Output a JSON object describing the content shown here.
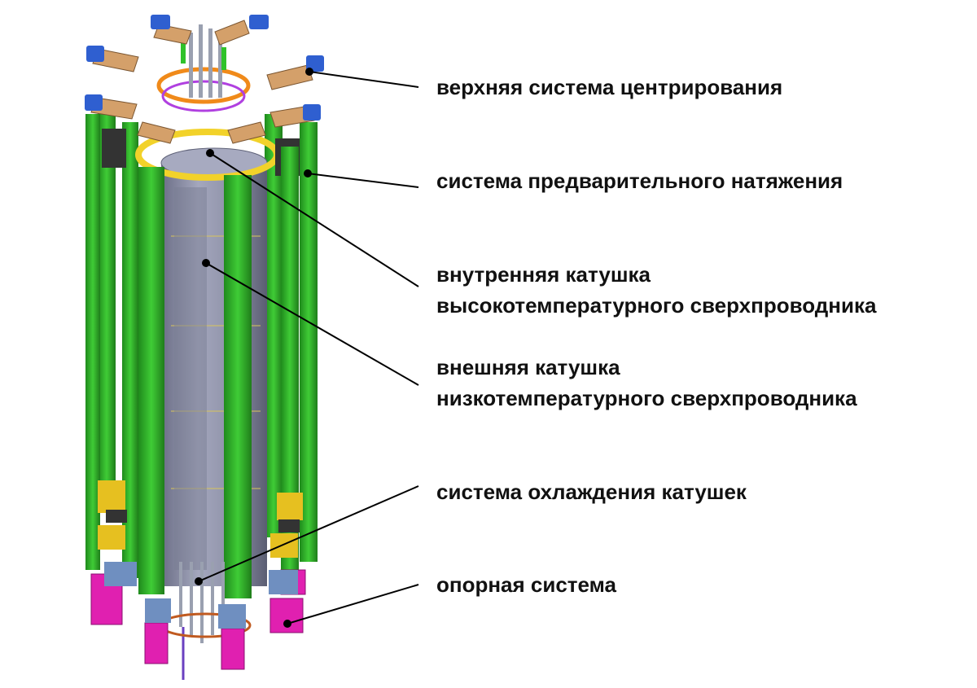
{
  "colors": {
    "frame_green": "#2fb52a",
    "frame_green_dark": "#1f7d1a",
    "coil_gray": "#8c8fa6",
    "coil_gray_dark": "#5f6278",
    "support_magenta": "#e020b0",
    "clamp_tan": "#d4a06a",
    "clamp_blue": "#2f5fd0",
    "ring_orange": "#f08a1a",
    "ring_purple": "#b040e0",
    "accent_yellow": "#f2d22a",
    "leader_line": "#000000"
  },
  "labels": [
    {
      "id": "top-centering",
      "lines": [
        "верхняя система центрирования"
      ]
    },
    {
      "id": "pretension",
      "lines": [
        "система предварительного натяжения"
      ]
    },
    {
      "id": "inner-coil",
      "lines": [
        "внутренняя катушка",
        "высокотемпературного сверхпроводника"
      ]
    },
    {
      "id": "outer-coil",
      "lines": [
        "внешняя катушка",
        "низкотемпературного сверхпроводника"
      ]
    },
    {
      "id": "cooling",
      "lines": [
        "система охлаждения катушек"
      ]
    },
    {
      "id": "support",
      "lines": [
        "опорная система"
      ]
    }
  ]
}
